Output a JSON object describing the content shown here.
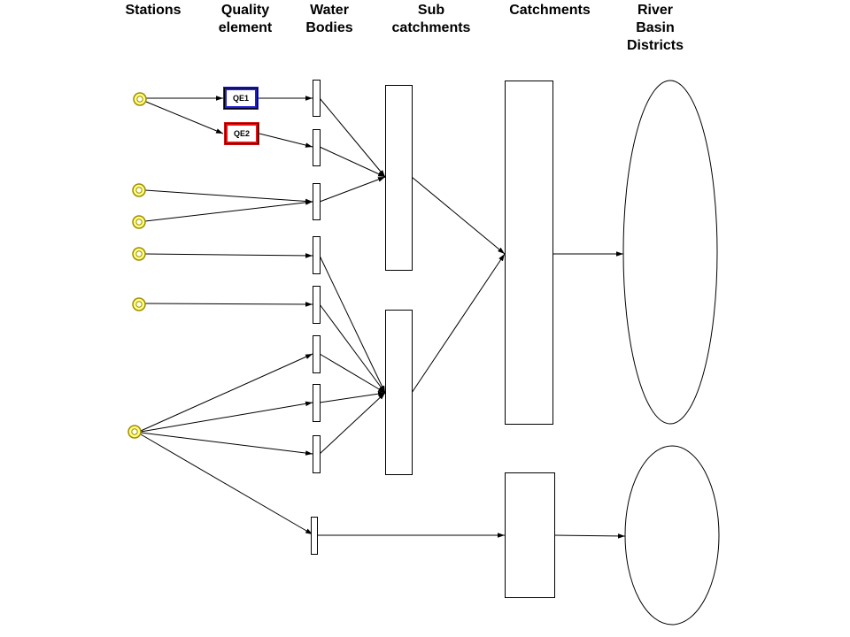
{
  "headers": {
    "stations": "Stations",
    "quality_element": "Quality\nelement",
    "water_bodies": "Water\nBodies",
    "sub_catchments": "Sub\ncatchments",
    "catchments": "Catchments",
    "river_basin_districts": "River\nBasin\nDistricts"
  },
  "quality_elements": [
    {
      "label": "QE1",
      "color": "#1f1fd6"
    },
    {
      "label": "QE2",
      "color": "#e01414"
    }
  ],
  "colors": {
    "station_fill": "#ffff80",
    "station_stroke": "#a08c00",
    "line": "#000000"
  }
}
